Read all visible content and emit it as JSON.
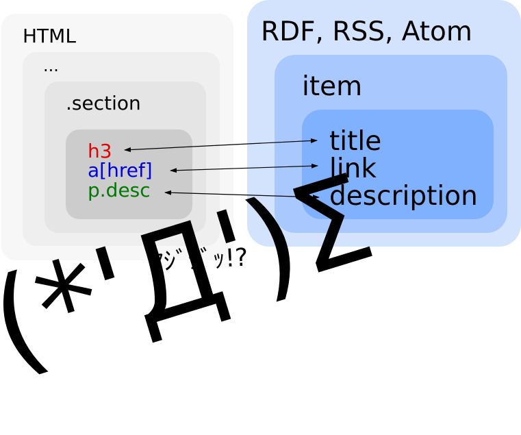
{
  "html_side": {
    "title": "HTML",
    "ellipsis": "...",
    "section": ".section",
    "selectors": [
      {
        "text": "h3",
        "color": "#e60000"
      },
      {
        "text": "a[href]",
        "color": "#0000e0"
      },
      {
        "text": "p.desc",
        "color": "#007a00"
      }
    ]
  },
  "feed_side": {
    "title": "RDF, RSS, Atom",
    "item": "item",
    "fields": [
      "title",
      "link",
      "description"
    ]
  },
  "mappings": [
    {
      "from": "h3",
      "to": "title"
    },
    {
      "from": "a[href]",
      "to": "link"
    },
    {
      "from": "p.desc",
      "to": "description"
    }
  ],
  "reaction": {
    "exclamation": "ﾏｼﾞﾃﾞｯ!?",
    "face": "(*'Д')Σ"
  },
  "colors": {
    "outer_html": "#f7f7f7",
    "middle_html": "#efefef",
    "section_html": "#e5e5e5",
    "selector_box": "#cccccc",
    "feed_outer": "#d3e3fe",
    "feed_item": "#a9c9fe",
    "feed_fields": "#80b1fe"
  }
}
